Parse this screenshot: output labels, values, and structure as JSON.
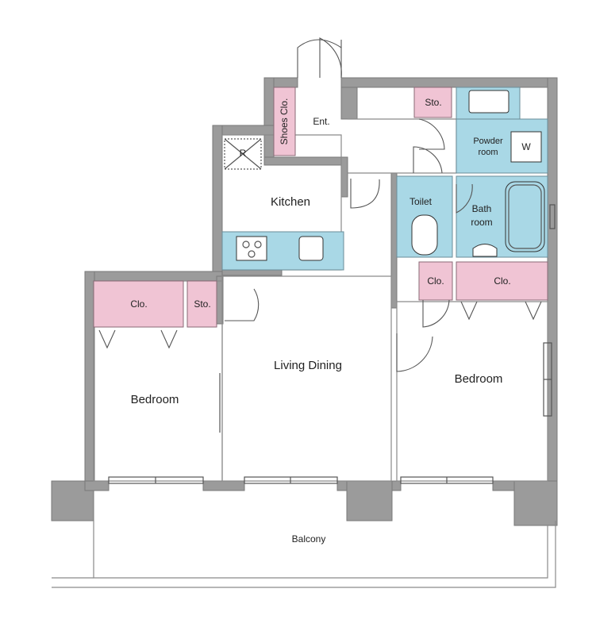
{
  "rooms": {
    "shoes_closet": "Shoes Clo.",
    "entrance": "Ent.",
    "storage_top": "Sto.",
    "powder_room": "Powder\nroom",
    "washer": "W",
    "refrigerator": "R",
    "kitchen": "Kitchen",
    "toilet": "Toilet",
    "bathroom": "Bath\nroom",
    "closet_left": "Clo.",
    "storage_left": "Sto.",
    "closet_right_small": "Clo.",
    "closet_right_large": "Clo.",
    "living_dining": "Living Dining",
    "bedroom_left": "Bedroom",
    "bedroom_right": "Bedroom",
    "balcony": "Balcony"
  },
  "colors": {
    "wall": "#9b9b9b",
    "wet_area": "#a9d8e6",
    "closet": "#f0c4d4",
    "floor": "#ffffff"
  }
}
